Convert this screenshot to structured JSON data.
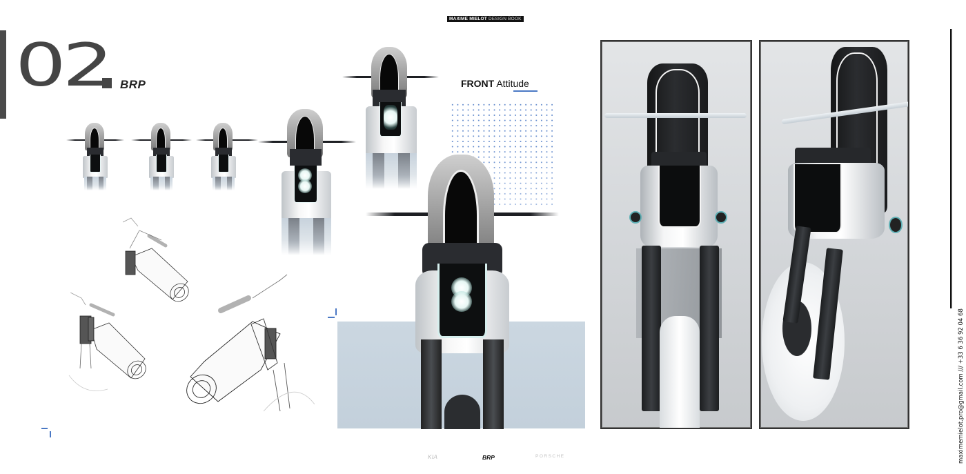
{
  "header": {
    "badge_bold": "MAXIME MIELOT",
    "badge_light": "DESIGN BOOK"
  },
  "section": {
    "number": "02",
    "brand": "BRP"
  },
  "caption": {
    "bold": "FRONT",
    "light": "Attitude"
  },
  "colors": {
    "accent": "#4a78c4",
    "title_gray": "#454545",
    "panel_blue": "#c7d3de"
  },
  "thumbnails": [
    {
      "label": "front-render-variant-1",
      "lights": "panel"
    },
    {
      "label": "front-render-variant-2",
      "lights": "panel"
    },
    {
      "label": "front-render-variant-3",
      "lights": "panel"
    },
    {
      "label": "front-render-variant-4",
      "lights": "twin-round"
    },
    {
      "label": "front-render-variant-5",
      "lights": "stacked-bars"
    }
  ],
  "renders": {
    "main_front": "front-render-main",
    "photo_front": "front-photo-straight",
    "photo_three_quarter": "front-photo-three-quarter"
  },
  "sketches": [
    "sketch-top",
    "sketch-left",
    "sketch-right"
  ],
  "contact": {
    "email": "maximemielot.pro@gmail.com",
    "separator": "///",
    "phone": "+33 6 36 92 04 68"
  },
  "footer": {
    "logos": [
      "KIA",
      "BRP",
      "PORSCHE"
    ]
  }
}
